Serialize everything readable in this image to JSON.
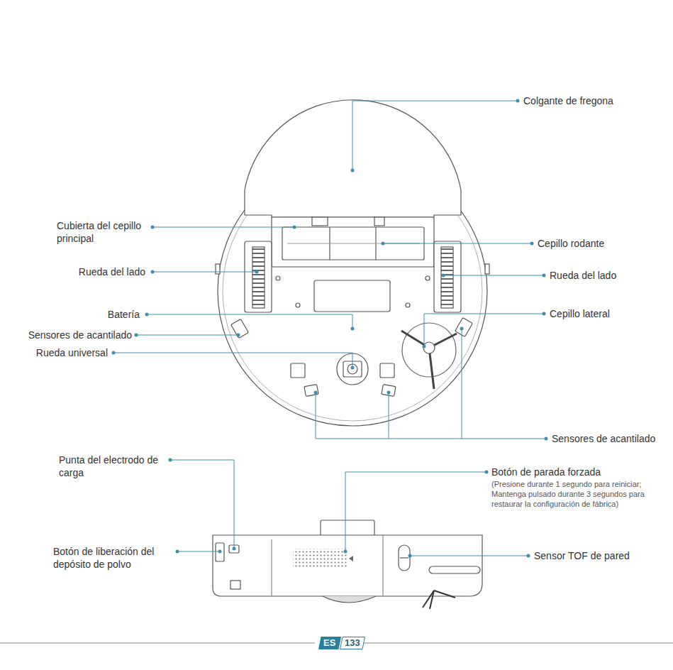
{
  "diagram": {
    "nodes": [
      {
        "text": [
          "ES"
        ]
      },
      {
        "text": [
          "133"
        ]
      }
    ],
    "labels": [
      "Colgante de fregona",
      "Cubierta del cepillo principal",
      "Cepillo rodante",
      "Rueda del lado",
      "Rueda del lado",
      "Batería",
      "Cepillo lateral",
      "Sensores de acantilado",
      "Rueda universal",
      "Sensores de acantilado",
      "Punta del electrodo de carga",
      "Botón de parada forzada",
      "(Presione durante 1 segundo para reiniciar; Mantenga pulsado durante 3 segundos para restaurar la configuración de fábrica)",
      "Botón de liberación del depósito de polvo",
      "Sensor TOF de pared"
    ]
  }
}
